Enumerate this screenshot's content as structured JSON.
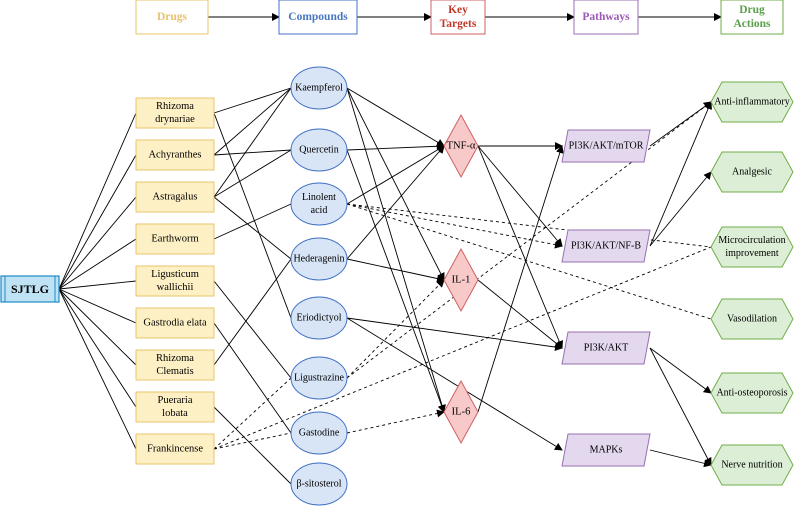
{
  "colors": {
    "drug_fill": "#fdf0c4",
    "drug_stroke": "#e9c46a",
    "drug_text": "#e8c36b",
    "compound_fill": "#d8e5f6",
    "compound_stroke": "#4472c4",
    "compound_text": "#4a78c0",
    "target_fill": "#f8c9c9",
    "target_stroke": "#d06060",
    "target_text": "#c0392b",
    "pathway_fill": "#e4d8ee",
    "pathway_stroke": "#9a6fb0",
    "pathway_text": "#9b59b6",
    "action_fill": "#dcefd6",
    "action_stroke": "#70ad47",
    "action_text": "#5aa04a",
    "root_fill": "#bfe3f5",
    "root_stroke": "#1f8ac9"
  },
  "header": [
    {
      "lines": [
        "Drugs"
      ]
    },
    {
      "lines": [
        "Compounds"
      ]
    },
    {
      "lines": [
        "Key",
        "Targets"
      ]
    },
    {
      "lines": [
        "Pathways"
      ]
    },
    {
      "lines": [
        "Drug",
        "Actions"
      ]
    }
  ],
  "root": {
    "label": "SJTLG"
  },
  "drugs": [
    {
      "lines": [
        "Rhizoma",
        "drynariae"
      ]
    },
    {
      "lines": [
        "Achyranthes"
      ]
    },
    {
      "lines": [
        "Astragalus"
      ]
    },
    {
      "lines": [
        "Earthworm"
      ]
    },
    {
      "lines": [
        "Ligusticum",
        "wallichii"
      ]
    },
    {
      "lines": [
        "Gastrodia elata"
      ]
    },
    {
      "lines": [
        "Rhizoma",
        "Clematis"
      ]
    },
    {
      "lines": [
        "Pueraria",
        "lobata"
      ]
    },
    {
      "lines": [
        "Frankincense"
      ]
    }
  ],
  "compounds": [
    {
      "lines": [
        "Kaempferol"
      ]
    },
    {
      "lines": [
        "Quercetin"
      ]
    },
    {
      "lines": [
        "Linolent",
        "acid"
      ]
    },
    {
      "lines": [
        "Hederagenin"
      ]
    },
    {
      "lines": [
        "Eriodictyol"
      ]
    },
    {
      "lines": [
        "Ligustrazine"
      ]
    },
    {
      "lines": [
        "Gastodine"
      ]
    },
    {
      "lines": [
        "β-sitosterol"
      ]
    }
  ],
  "targets": [
    {
      "lines": [
        "TNF-α"
      ]
    },
    {
      "lines": [
        "IL-1"
      ]
    },
    {
      "lines": [
        "IL-6"
      ]
    }
  ],
  "pathways": [
    {
      "lines": [
        "PI3K/AKT/mTOR"
      ]
    },
    {
      "lines": [
        "PI3K/AKT/NF-B"
      ]
    },
    {
      "lines": [
        "PI3K/AKT"
      ]
    },
    {
      "lines": [
        "MAPKs"
      ]
    }
  ],
  "actions": [
    {
      "lines": [
        "Anti-inflammatory"
      ]
    },
    {
      "lines": [
        "Analgesic"
      ]
    },
    {
      "lines": [
        "Microcirculation",
        "improvement"
      ]
    },
    {
      "lines": [
        "Vasodilation"
      ]
    },
    {
      "lines": [
        "Anti-osteoporosis"
      ]
    },
    {
      "lines": [
        "Nerve nutrition"
      ]
    }
  ],
  "edges": [
    {
      "from": "header.0",
      "to": "header.1",
      "style": "solid",
      "arrow": true
    },
    {
      "from": "header.1",
      "to": "header.2",
      "style": "solid",
      "arrow": true
    },
    {
      "from": "header.2",
      "to": "header.3",
      "style": "solid",
      "arrow": true
    },
    {
      "from": "header.3",
      "to": "header.4",
      "style": "solid",
      "arrow": true
    },
    {
      "from": "root.0",
      "to": "drugs.0",
      "style": "solid",
      "arrow": false
    },
    {
      "from": "root.0",
      "to": "drugs.1",
      "style": "solid",
      "arrow": false
    },
    {
      "from": "root.0",
      "to": "drugs.2",
      "style": "solid",
      "arrow": false
    },
    {
      "from": "root.0",
      "to": "drugs.3",
      "style": "solid",
      "arrow": false
    },
    {
      "from": "root.0",
      "to": "drugs.4",
      "style": "solid",
      "arrow": false
    },
    {
      "from": "root.0",
      "to": "drugs.5",
      "style": "solid",
      "arrow": false
    },
    {
      "from": "root.0",
      "to": "drugs.6",
      "style": "solid",
      "arrow": false
    },
    {
      "from": "root.0",
      "to": "drugs.7",
      "style": "solid",
      "arrow": false
    },
    {
      "from": "root.0",
      "to": "drugs.8",
      "style": "solid",
      "arrow": false
    },
    {
      "from": "drugs.0",
      "to": "compounds.0",
      "style": "solid",
      "arrow": false
    },
    {
      "from": "drugs.0",
      "to": "compounds.4",
      "style": "solid",
      "arrow": false
    },
    {
      "from": "drugs.1",
      "to": "compounds.0",
      "style": "solid",
      "arrow": false
    },
    {
      "from": "drugs.1",
      "to": "compounds.1",
      "style": "solid",
      "arrow": false
    },
    {
      "from": "drugs.2",
      "to": "compounds.0",
      "style": "solid",
      "arrow": false
    },
    {
      "from": "drugs.2",
      "to": "compounds.1",
      "style": "solid",
      "arrow": false
    },
    {
      "from": "drugs.2",
      "to": "compounds.3",
      "style": "solid",
      "arrow": false
    },
    {
      "from": "drugs.3",
      "to": "compounds.2",
      "style": "solid",
      "arrow": false
    },
    {
      "from": "drugs.4",
      "to": "compounds.5",
      "style": "solid",
      "arrow": false
    },
    {
      "from": "drugs.5",
      "to": "compounds.6",
      "style": "solid",
      "arrow": false
    },
    {
      "from": "drugs.6",
      "to": "compounds.3",
      "style": "solid",
      "arrow": false
    },
    {
      "from": "drugs.7",
      "to": "compounds.7",
      "style": "solid",
      "arrow": false
    },
    {
      "from": "drugs.8",
      "to": "compounds.5",
      "style": "dashed",
      "arrow": false
    },
    {
      "from": "drugs.8",
      "to": "compounds.6",
      "style": "dashed",
      "arrow": false
    },
    {
      "from": "compounds.0",
      "to": "targets.0",
      "style": "solid",
      "arrow": true
    },
    {
      "from": "compounds.0",
      "to": "targets.1",
      "style": "solid",
      "arrow": true
    },
    {
      "from": "compounds.0",
      "to": "targets.2",
      "style": "solid",
      "arrow": true
    },
    {
      "from": "compounds.1",
      "to": "targets.0",
      "style": "solid",
      "arrow": true
    },
    {
      "from": "compounds.1",
      "to": "targets.2",
      "style": "solid",
      "arrow": true
    },
    {
      "from": "compounds.2",
      "to": "targets.0",
      "style": "solid",
      "arrow": true
    },
    {
      "from": "compounds.3",
      "to": "targets.0",
      "style": "solid",
      "arrow": true
    },
    {
      "from": "compounds.3",
      "to": "targets.1",
      "style": "solid",
      "arrow": true
    },
    {
      "from": "compounds.5",
      "to": "targets.1",
      "style": "dashed",
      "arrow": true
    },
    {
      "from": "compounds.6",
      "to": "targets.2",
      "style": "dashed",
      "arrow": true
    },
    {
      "from": "targets.0",
      "to": "pathways.0",
      "style": "solid",
      "arrow": true
    },
    {
      "from": "targets.0",
      "to": "pathways.1",
      "style": "solid",
      "arrow": true
    },
    {
      "from": "targets.0",
      "to": "pathways.2",
      "style": "solid",
      "arrow": true
    },
    {
      "from": "targets.1",
      "to": "pathways.2",
      "style": "solid",
      "arrow": true
    },
    {
      "from": "targets.2",
      "to": "pathways.0",
      "style": "solid",
      "arrow": true
    },
    {
      "from": "compounds.2",
      "to": "pathways.1",
      "style": "dashed",
      "arrow": true
    },
    {
      "from": "compounds.4",
      "to": "pathways.2",
      "style": "solid",
      "arrow": true
    },
    {
      "from": "compounds.4",
      "to": "pathways.3",
      "style": "solid",
      "arrow": true
    },
    {
      "from": "pathways.0",
      "to": "actions.0",
      "style": "solid",
      "arrow": true
    },
    {
      "from": "pathways.1",
      "to": "actions.0",
      "style": "solid",
      "arrow": true
    },
    {
      "from": "pathways.1",
      "to": "actions.1",
      "style": "solid",
      "arrow": true
    },
    {
      "from": "pathways.2",
      "to": "actions.4",
      "style": "solid",
      "arrow": true
    },
    {
      "from": "pathways.2",
      "to": "actions.5",
      "style": "solid",
      "arrow": true
    },
    {
      "from": "pathways.3",
      "to": "actions.5",
      "style": "solid",
      "arrow": true
    },
    {
      "from": "compounds.2",
      "to": "actions.2",
      "style": "dashed",
      "arrow": false
    },
    {
      "from": "compounds.2",
      "to": "actions.3",
      "style": "dashed",
      "arrow": false
    },
    {
      "from": "compounds.5",
      "to": "actions.0",
      "style": "dashed",
      "arrow": true
    },
    {
      "from": "drugs.8",
      "to": "actions.2",
      "style": "dashed",
      "arrow": false
    }
  ]
}
